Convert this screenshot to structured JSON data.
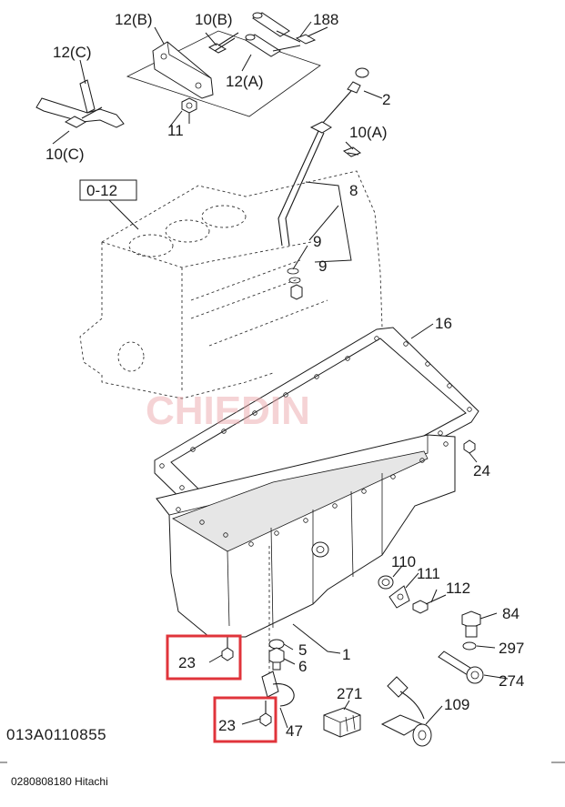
{
  "drawing_code": "013A0110855",
  "caption": "0280808180 Hitachi",
  "reference_box": "0-12",
  "watermark": "CHIEDIN",
  "labels": {
    "l12b": "12(B)",
    "l10b": "10(B)",
    "l188": "188",
    "l12c": "12(C)",
    "l12a": "12(A)",
    "l2": "2",
    "l11": "11",
    "l10a": "10(A)",
    "l10c": "10(C)",
    "l8": "8",
    "l9a": "9",
    "l9b": "9",
    "l16": "16",
    "l24": "24",
    "l110": "110",
    "l111": "111",
    "l112": "112",
    "l84": "84",
    "l5": "5",
    "l1": "1",
    "l6": "6",
    "l297": "297",
    "l274": "274",
    "l23a": "23",
    "l271": "271",
    "l109": "109",
    "l23b": "23",
    "l47": "47"
  },
  "highlight_color": "#e0343b"
}
